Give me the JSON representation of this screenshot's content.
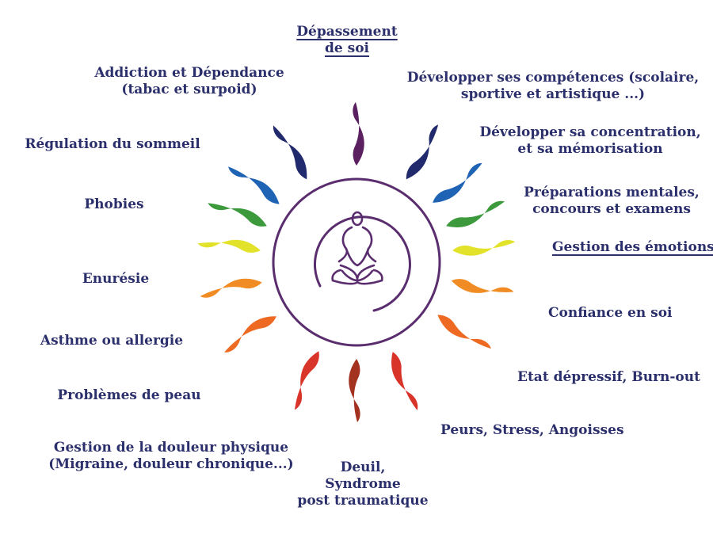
{
  "center": {
    "icon": "meditation-figure-icon"
  },
  "colors": {
    "text": "#2b2f6b",
    "circle": "#5a2d6e",
    "purple": "#5a2060",
    "navy": "#222a6e",
    "blue": "#1f64b4",
    "green": "#3c9a3c",
    "yellow": "#e2e22a",
    "orange": "#f08c23",
    "dark-orange": "#ee6a22",
    "red": "#d8342a",
    "brown": "#a43220"
  },
  "labels": [
    {
      "id": "depassement",
      "lines": [
        "Dépassement",
        "de soi"
      ],
      "underline": true
    },
    {
      "id": "competences",
      "lines": [
        "Développer ses compétences (scolaire,",
        "sportive et artistique ...)"
      ]
    },
    {
      "id": "concentration",
      "lines": [
        "Développer sa concentration,",
        "et sa mémorisation"
      ]
    },
    {
      "id": "preparations",
      "lines": [
        "Préparations mentales,",
        "concours et examens"
      ]
    },
    {
      "id": "emotions",
      "lines": [
        "Gestion des émotions "
      ],
      "underline": true
    },
    {
      "id": "confiance",
      "lines": [
        "Confiance en soi"
      ]
    },
    {
      "id": "depressif",
      "lines": [
        "Etat dépressif, Burn-out"
      ]
    },
    {
      "id": "peurs",
      "lines": [
        "Peurs, Stress, Angoisses"
      ]
    },
    {
      "id": "deuil",
      "lines": [
        "Deuil,",
        "Syndrome",
        "post traumatique"
      ]
    },
    {
      "id": "douleur",
      "lines": [
        "Gestion de la douleur physique",
        "(Migraine, douleur chronique...)"
      ]
    },
    {
      "id": "peau",
      "lines": [
        "Problèmes de peau"
      ]
    },
    {
      "id": "asthme",
      "lines": [
        "Asthme ou allergie"
      ]
    },
    {
      "id": "enuresie",
      "lines": [
        "Enurésie"
      ]
    },
    {
      "id": "phobies",
      "lines": [
        "Phobies"
      ]
    },
    {
      "id": "sommeil",
      "lines": [
        "Régulation  du sommeil"
      ]
    },
    {
      "id": "addiction",
      "lines": [
        "Addiction et Dépendance",
        "(tabac et surpoid)"
      ]
    }
  ],
  "rays": [
    {
      "angle": 0,
      "color": "purple"
    },
    {
      "angle": 31,
      "color": "navy"
    },
    {
      "angle": 52,
      "color": "blue"
    },
    {
      "angle": 68,
      "color": "green"
    },
    {
      "angle": 83,
      "color": "yellow"
    },
    {
      "angle": 101,
      "color": "orange"
    },
    {
      "angle": 123,
      "color": "dark-orange"
    },
    {
      "angle": 158,
      "color": "red"
    },
    {
      "angle": 180,
      "color": "brown"
    },
    {
      "angle": 203,
      "color": "red"
    },
    {
      "angle": 236,
      "color": "dark-orange"
    },
    {
      "angle": 258,
      "color": "orange"
    },
    {
      "angle": 277,
      "color": "yellow"
    },
    {
      "angle": 292,
      "color": "green"
    },
    {
      "angle": 307,
      "color": "blue"
    },
    {
      "angle": 329,
      "color": "navy"
    }
  ]
}
